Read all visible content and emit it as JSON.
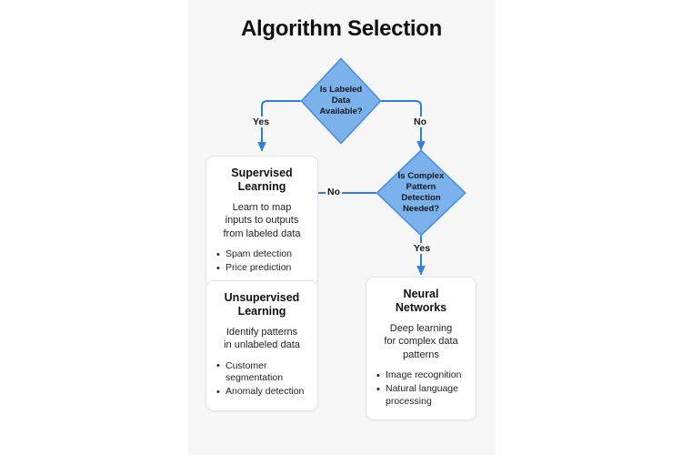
{
  "canvas": {
    "background": "#f7f7f8",
    "page_background": "#ffffff"
  },
  "header": {
    "title": "Algorithm Selection"
  },
  "theme": {
    "node_fill": "#7cb2ec",
    "node_stroke": "#4a90e2",
    "connector": "#2f7de1",
    "card_background": "#ffffff",
    "card_border": "#e3e4e6",
    "text": "#15161a"
  },
  "chart_data": {
    "type": "diagram",
    "title": "Algorithm Selection",
    "nodes": [
      {
        "id": "q1",
        "shape": "diamond",
        "label": "Is Labeled\nData\nAvailable?"
      },
      {
        "id": "q2",
        "shape": "diamond",
        "label": "Is Complex\nPattern\nDetection\nNeeded?"
      },
      {
        "id": "supervised",
        "shape": "card",
        "title": "Supervised\nLearning",
        "description": "Learn to map\ninputs to outputs\nfrom labeled data",
        "bullets": [
          "Spam detection",
          "Price prediction"
        ]
      },
      {
        "id": "unsupervised",
        "shape": "card",
        "title": "Unsupervised\nLearning",
        "description": "Identify patterns\nin unlabeled data",
        "bullets": [
          "Customer\nsegmentation",
          "Anomaly detection"
        ]
      },
      {
        "id": "neural",
        "shape": "card",
        "title": "Neural\nNetworks",
        "description": "Deep learning\nfor complex data\npatterns",
        "bullets": [
          "Image recognition",
          "Natural language\nprocessing"
        ]
      }
    ],
    "edges": [
      {
        "from": "q1",
        "to": "supervised",
        "label": "Yes"
      },
      {
        "from": "q1",
        "to": "q2",
        "label": "No"
      },
      {
        "from": "q2",
        "to": "unsupervised",
        "label": "No"
      },
      {
        "from": "q2",
        "to": "neural",
        "label": "Yes"
      }
    ]
  },
  "diagram": {
    "q1": {
      "label": "Is Labeled\nData\nAvailable?"
    },
    "q2": {
      "label": "Is Complex\nPattern\nDetection\nNeeded?"
    },
    "supervised": {
      "title": "Supervised\nLearning",
      "description": "Learn to map\ninputs to outputs\nfrom labeled data",
      "bullet1": "Spam detection",
      "bullet2": "Price prediction"
    },
    "unsupervised": {
      "title": "Unsupervised\nLearning",
      "description": "Identify patterns\nin unlabeled data",
      "bullet1": "Customer\nsegmentation",
      "bullet2": "Anomaly detection"
    },
    "neural": {
      "title": "Neural\nNetworks",
      "description": "Deep learning\nfor complex data\npatterns",
      "bullet1": "Image recognition",
      "bullet2": "Natural language\nprocessing"
    },
    "labels": {
      "yes_top": "Yes",
      "no_top": "No",
      "no_mid": "No",
      "yes_mid": "Yes"
    }
  }
}
